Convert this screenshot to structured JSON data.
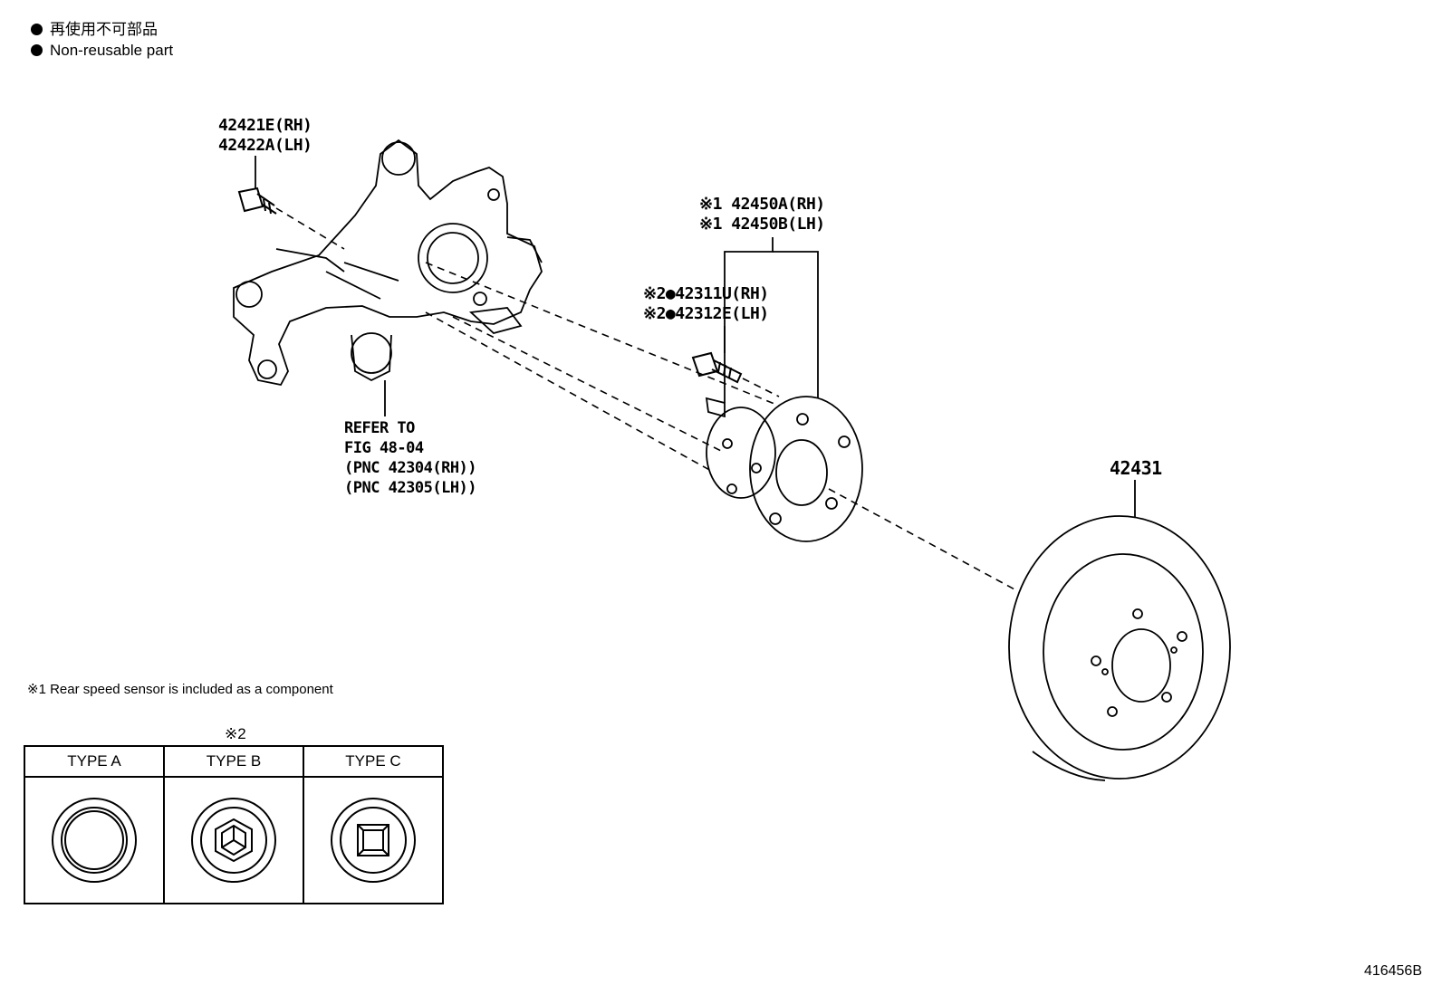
{
  "legend": {
    "line_jp": "再使用不可部品",
    "line_en": "Non-reusable part"
  },
  "labels": {
    "knuckle_bolt": [
      "42421E(RH)",
      "42422A(LH)"
    ],
    "hub_assy": [
      "※1 42450A(RH)",
      "※1 42450B(LH)"
    ],
    "hub_bolt": [
      "※2●42311U(RH)",
      "※2●42312E(LH)"
    ],
    "refer": [
      "REFER TO",
      "FIG 48-04",
      "(PNC 42304(RH))",
      "(PNC 42305(LH))"
    ],
    "disc": "42431"
  },
  "note1": "※1 Rear speed sensor is included as a component",
  "type_table": {
    "mark": "※2",
    "types": [
      {
        "label": "TYPE A",
        "icon": "plain-bolt-head-icon"
      },
      {
        "label": "TYPE B",
        "icon": "hex-socket-bolt-head-icon"
      },
      {
        "label": "TYPE C",
        "icon": "square-socket-bolt-head-icon"
      }
    ]
  },
  "illustration_code": "416456B"
}
